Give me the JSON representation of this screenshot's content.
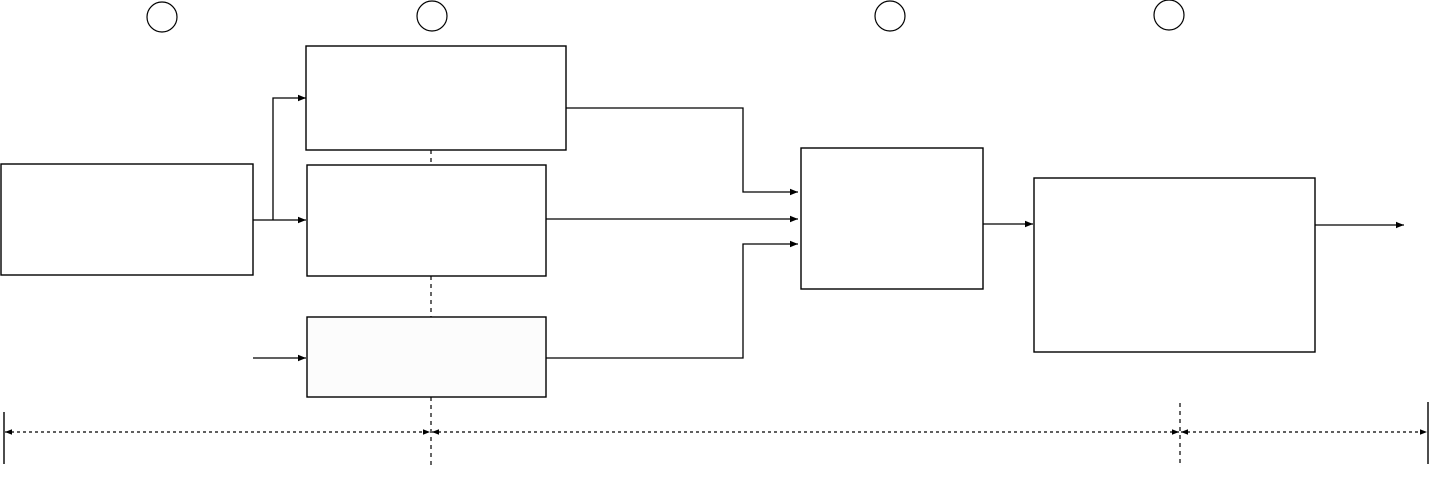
{
  "diagram": {
    "markers": [
      {
        "id": "marker-1",
        "label": ""
      },
      {
        "id": "marker-2",
        "label": ""
      },
      {
        "id": "marker-3",
        "label": ""
      },
      {
        "id": "marker-4",
        "label": ""
      }
    ],
    "blocks": [
      {
        "id": "input-block",
        "label": ""
      },
      {
        "id": "upper-middle-block",
        "label": ""
      },
      {
        "id": "center-middle-block",
        "label": ""
      },
      {
        "id": "lower-middle-block",
        "label": ""
      },
      {
        "id": "combiner-block",
        "label": ""
      },
      {
        "id": "output-block",
        "label": ""
      }
    ],
    "spans": [
      {
        "id": "span-left",
        "label": ""
      },
      {
        "id": "span-middle",
        "label": ""
      },
      {
        "id": "span-right",
        "label": ""
      }
    ]
  },
  "colors": {
    "stroke": "#000000",
    "background": "#ffffff"
  }
}
